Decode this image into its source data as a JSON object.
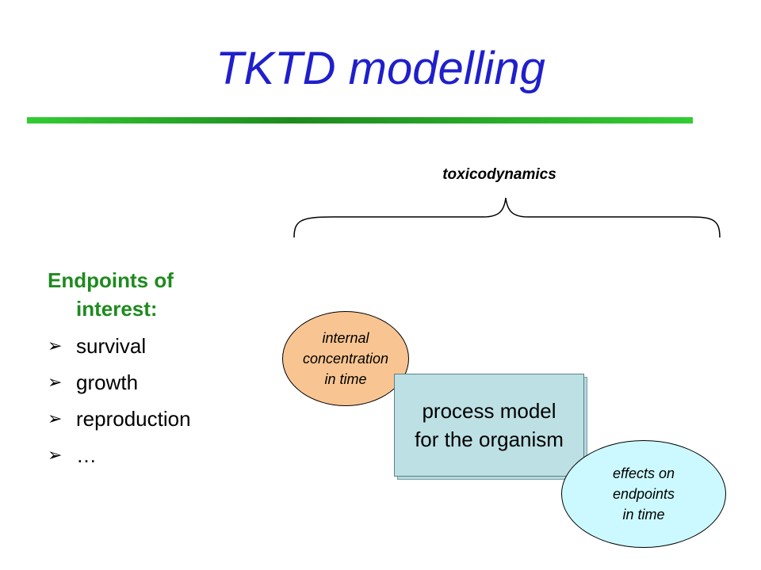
{
  "slide": {
    "title": "TKTD modelling",
    "toxicodynamics_label": "toxicodynamics"
  },
  "endpoints": {
    "heading_line1": "Endpoints of",
    "heading_line2": "interest:",
    "bullet_glyph": "Ø",
    "items": [
      "survival",
      "growth",
      "reproduction",
      "…"
    ]
  },
  "diagram": {
    "internal": [
      "internal",
      "concentration",
      "in time"
    ],
    "process": [
      "process model",
      "for the organism"
    ],
    "effects": [
      "effects on",
      "endpoints",
      "in time"
    ]
  },
  "colors": {
    "title": "#1f1fcc",
    "rule": "#33cc33",
    "heading": "#1e8a1e",
    "internal_oval": "#f8c592",
    "process_box": "#bde0e4",
    "effects_oval": "#ccf9ff"
  }
}
